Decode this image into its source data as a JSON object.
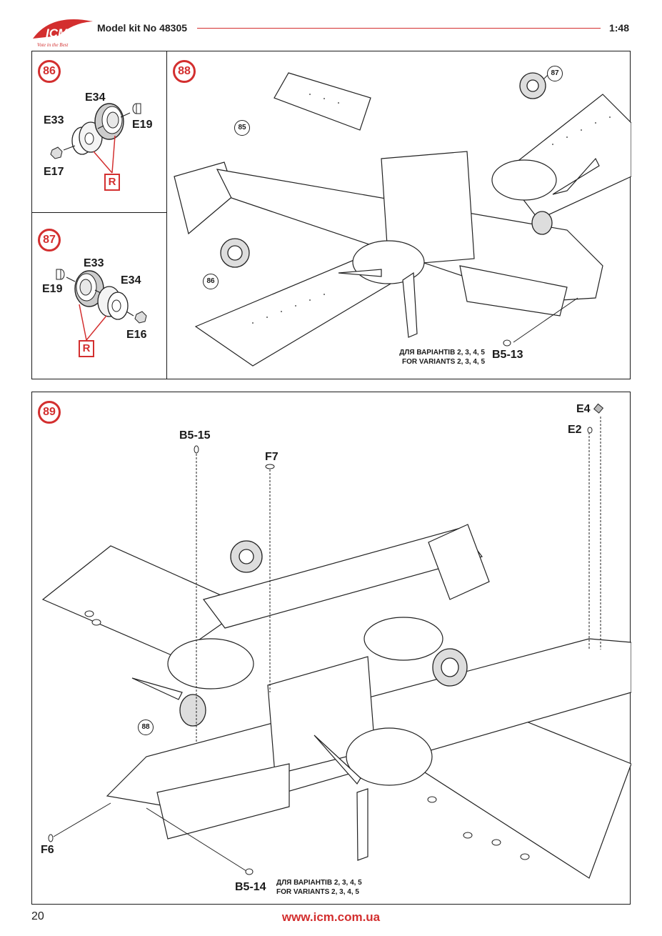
{
  "header": {
    "logo_text": "ICM",
    "logo_tagline": "Vote in the Best",
    "kit_label": "Model kit No 48305",
    "scale": "1:48"
  },
  "steps": {
    "s86": {
      "number": "86",
      "parts": {
        "e34": "E34",
        "e33": "E33",
        "e19": "E19",
        "e17": "E17"
      },
      "r": "R"
    },
    "s87": {
      "number": "87",
      "parts": {
        "e33": "E33",
        "e19": "E19",
        "e34": "E34",
        "e16": "E16"
      },
      "r": "R"
    },
    "s88": {
      "number": "88",
      "refs": {
        "r87": "87",
        "r85": "85",
        "r86": "86"
      },
      "note_ua": "ДЛЯ ВАРІАНТІВ 2, 3, 4, 5",
      "note_en": "FOR VARIANTS 2, 3, 4, 5",
      "part": "B5-13"
    },
    "s89": {
      "number": "89",
      "parts": {
        "b515": "B5-15",
        "f7": "F7",
        "e4": "E4",
        "e2": "E2",
        "f6": "F6",
        "b514": "B5-14"
      },
      "ref88": "88",
      "note_ua": "ДЛЯ ВАРІАНТІВ 2, 3, 4, 5",
      "note_en": "FOR VARIANTS 2, 3, 4, 5"
    }
  },
  "footer": {
    "page_number": "20",
    "url": "www.icm.com.ua"
  },
  "colors": {
    "accent": "#d32f2f",
    "ink": "#1a1a1a"
  }
}
